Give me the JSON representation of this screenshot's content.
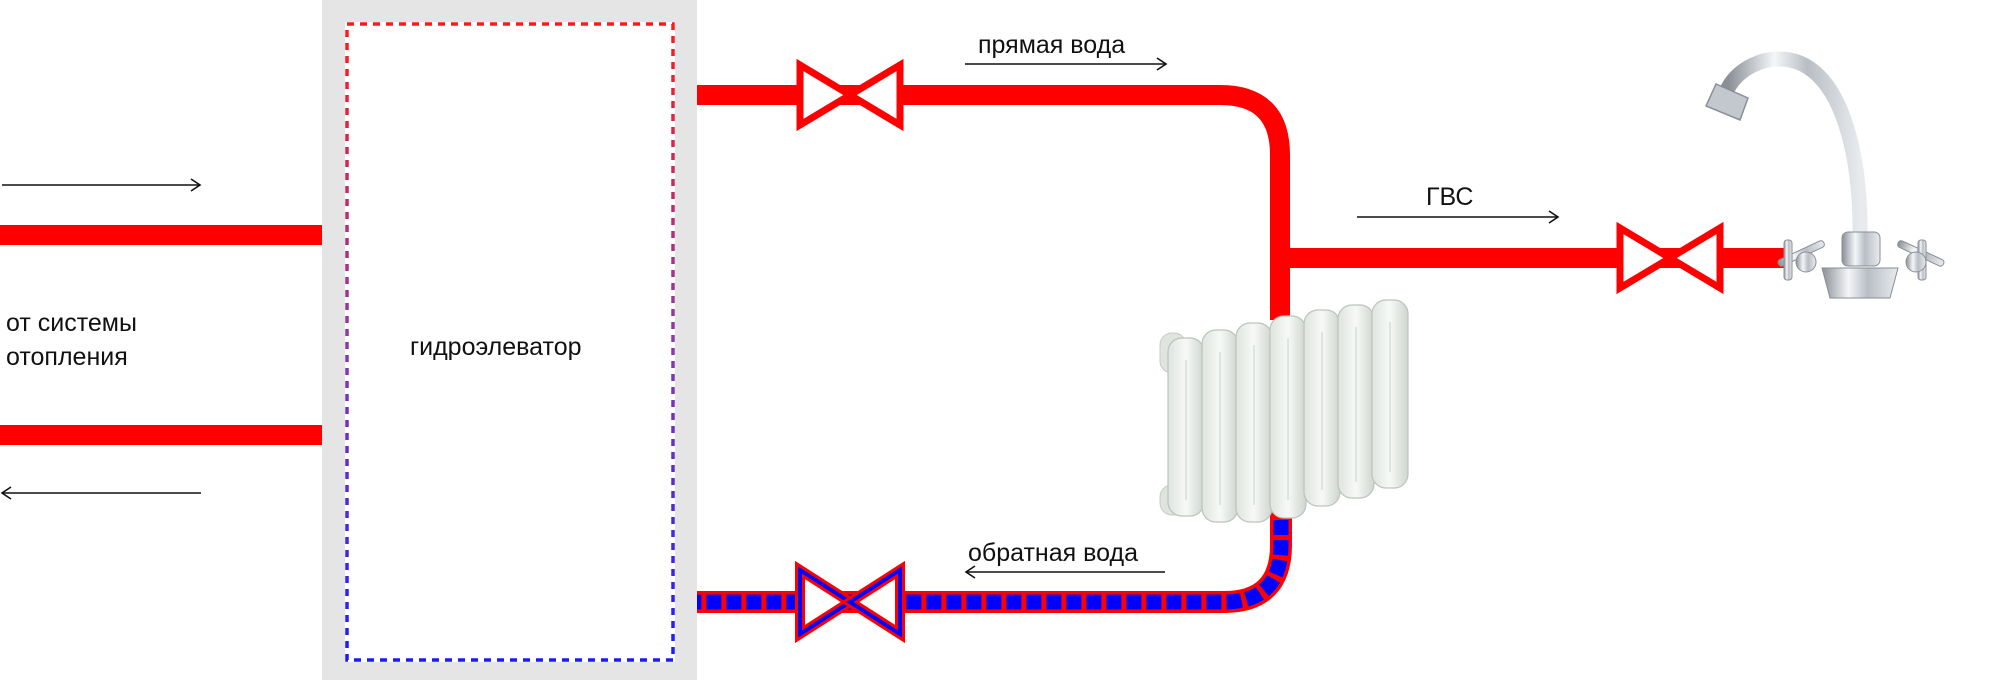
{
  "labels": {
    "source_line1": "от системы",
    "source_line2": "отопления",
    "elevator": "гидроэлеватор",
    "supply": "прямая вода",
    "return": "обратная вода",
    "hot_water": "ГВС"
  },
  "colors": {
    "hot_pipe": "#ff0000",
    "cold_pipe": "#0000ff",
    "elevator_box": "#e5e5e5",
    "arrow": "#111111",
    "radiator": "#eef1ee"
  },
  "icons": {
    "radiator": "radiator-icon",
    "faucet": "faucet-icon",
    "valve": "valve-icon"
  }
}
